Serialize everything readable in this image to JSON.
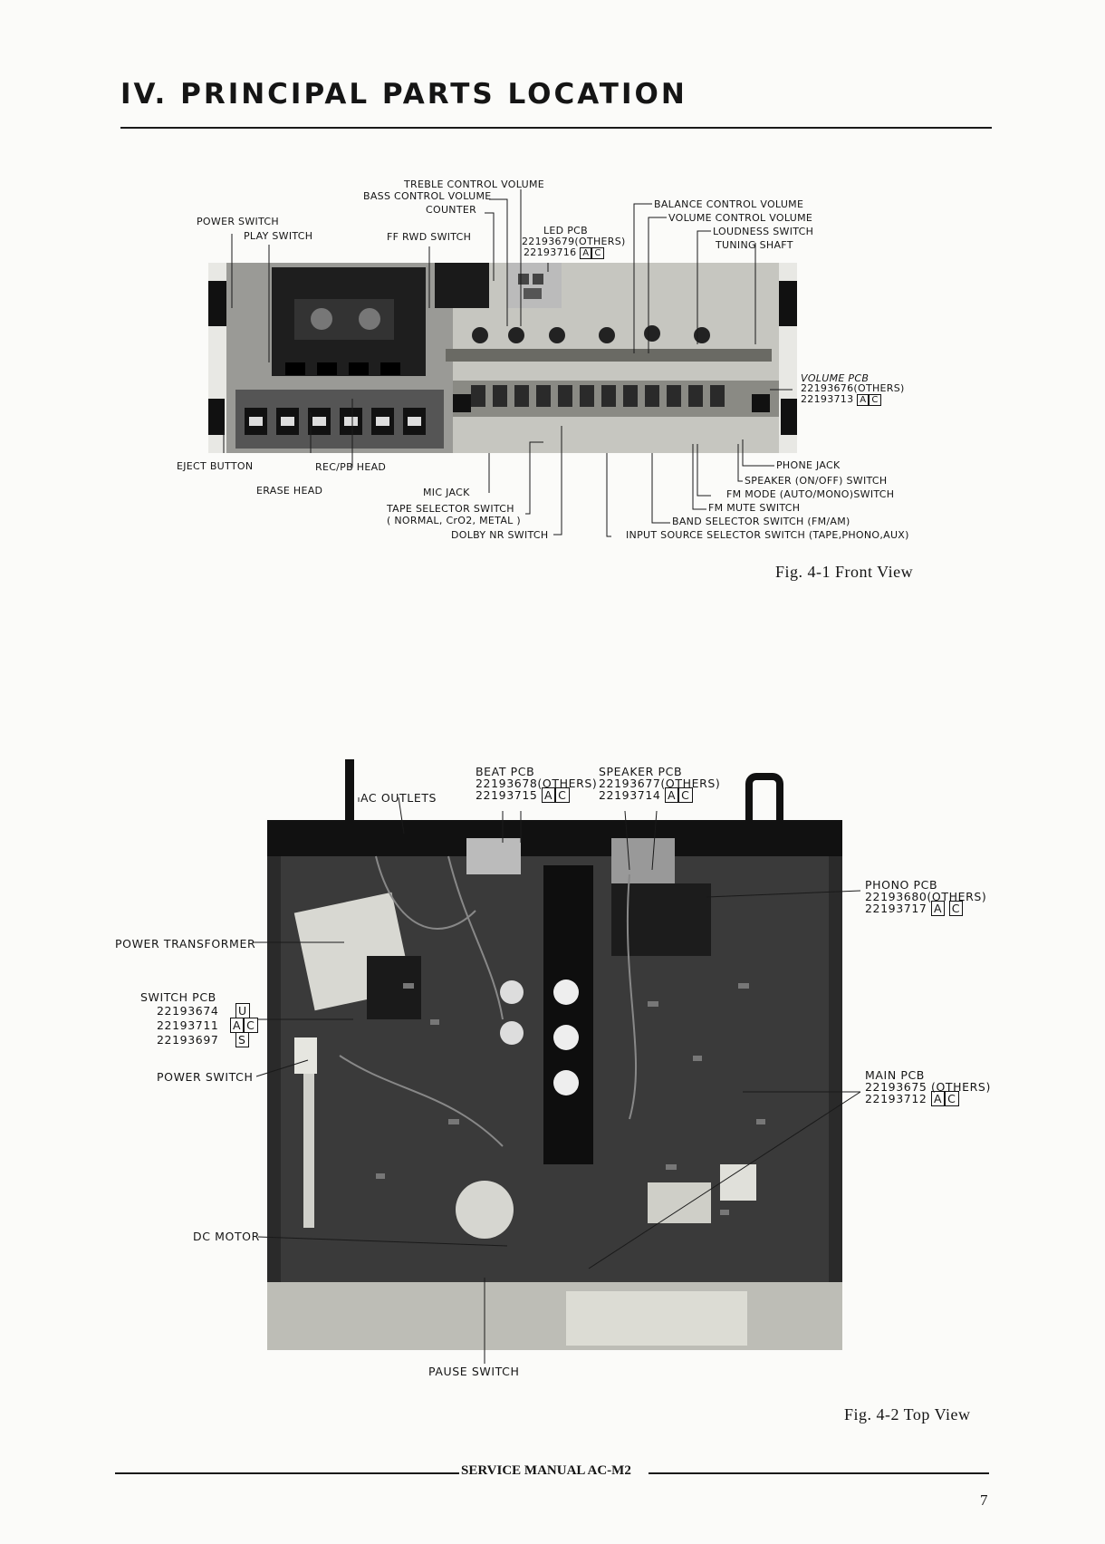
{
  "page": {
    "title": "IV. PRINCIPAL PARTS LOCATION",
    "footer": "SERVICE MANUAL AC-M2",
    "page_number": "7"
  },
  "fig1": {
    "caption": "Fig. 4-1   Front View",
    "labels": {
      "treble": "TREBLE CONTROL VOLUME",
      "bass": "BASS CONTROL VOLUME",
      "counter": "COUNTER",
      "power_switch": "POWER SWITCH",
      "play_switch": "PLAY SWITCH",
      "ff_rwd": "FF RWD SWITCH",
      "led_pcb_1": "LED PCB",
      "led_pcb_2": "22193679(OTHERS)",
      "led_pcb_3": "22193716",
      "balance": "BALANCE CONTROL VOLUME",
      "volume": "VOLUME CONTROL VOLUME",
      "loudness": "LOUDNESS SWITCH",
      "tuning": "TUNING SHAFT",
      "volume_pcb_1": "VOLUME PCB",
      "volume_pcb_2": "22193676(OTHERS)",
      "volume_pcb_3": "22193713",
      "eject": "EJECT BUTTON",
      "rec_pb": "REC/PB HEAD",
      "erase": "ERASE HEAD",
      "mic_jack": "MIC JACK",
      "tape_sel_1": "TAPE SELECTOR SWITCH",
      "tape_sel_2": "( NORMAL, CrO2, METAL )",
      "dolby": "DOLBY NR SWITCH",
      "phone_jack": "PHONE JACK",
      "speaker_sw": "SPEAKER (ON/OFF) SWITCH",
      "fm_mode": "FM MODE (AUTO/MONO)SWITCH",
      "fm_mute": "FM MUTE SWITCH",
      "band_sel": "BAND SELECTOR SWITCH (FM/AM)",
      "input_sel": "INPUT SOURCE SELECTOR SWITCH (TAPE,PHONO,AUX)"
    },
    "badges": {
      "led": [
        "A",
        "C"
      ],
      "volume_pcb": [
        "A",
        "C"
      ]
    }
  },
  "fig2": {
    "caption": "Fig. 4-2   Top View",
    "labels": {
      "ac_outlets": "AC OUTLETS",
      "beat_pcb_1": "BEAT PCB",
      "beat_pcb_2": "22193678(OTHERS)",
      "beat_pcb_3": "22193715",
      "speaker_pcb_1": "SPEAKER PCB",
      "speaker_pcb_2": "22193677(OTHERS)",
      "speaker_pcb_3": "22193714",
      "phono_pcb_1": "PHONO PCB",
      "phono_pcb_2": "22193680(OTHERS)",
      "phono_pcb_3": "22193717",
      "power_transformer": "POWER TRANSFORMER",
      "switch_pcb_1": "SWITCH PCB",
      "switch_pcb_2": "22193674",
      "switch_pcb_3": "22193711",
      "switch_pcb_4": "22193697",
      "power_switch": "POWER SWITCH",
      "main_pcb_1": "MAIN PCB",
      "main_pcb_2": "22193675 (OTHERS)",
      "main_pcb_3": "22193712",
      "dc_motor": "DC MOTOR",
      "pause_switch": "PAUSE SWITCH"
    },
    "badges": {
      "beat": [
        "A",
        "C"
      ],
      "speaker": [
        "A",
        "C"
      ],
      "phono": [
        "A",
        "C"
      ],
      "switch_u": [
        "U"
      ],
      "switch_ac": [
        "A",
        "C"
      ],
      "switch_s": [
        "S"
      ],
      "main": [
        "A",
        "C"
      ]
    }
  }
}
